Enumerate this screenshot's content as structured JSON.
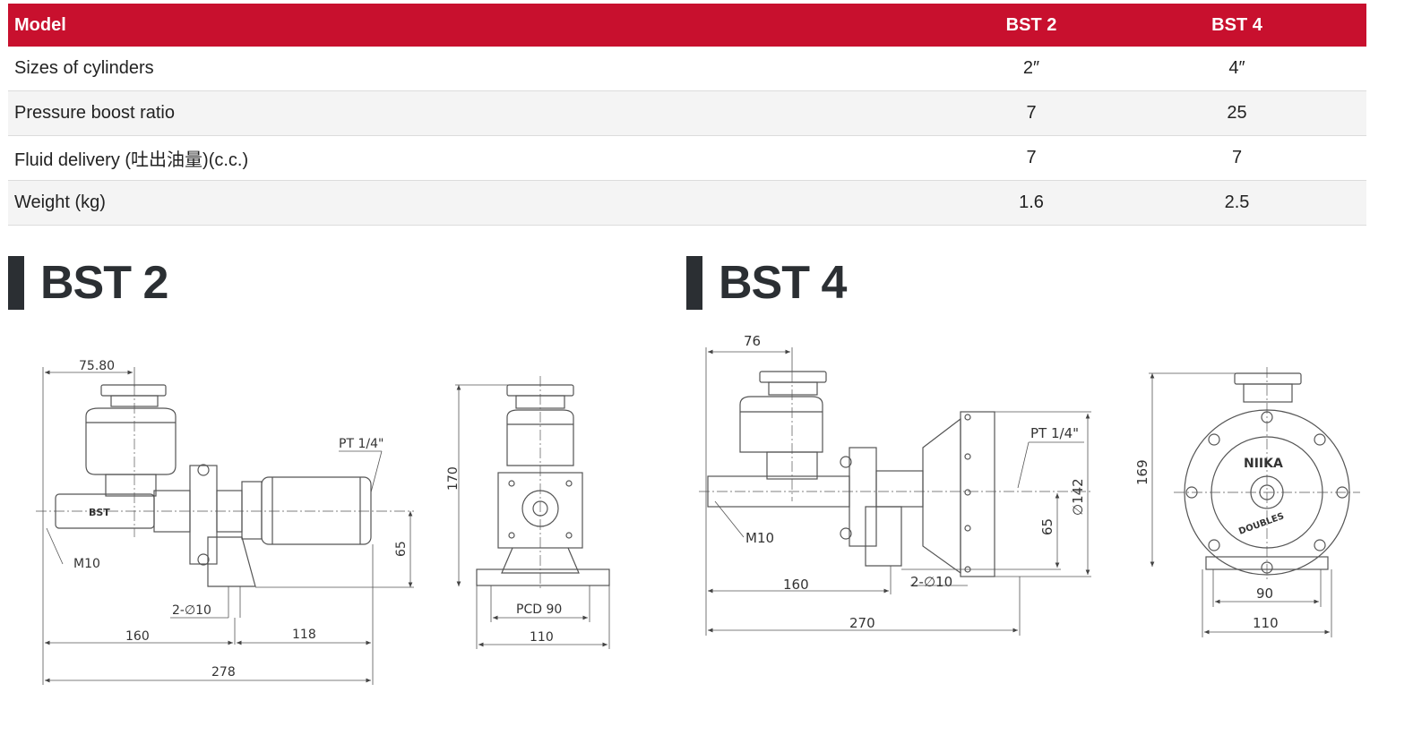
{
  "table": {
    "header": {
      "model": "Model",
      "col1": "BST 2",
      "col2": "BST 4"
    },
    "rows": [
      {
        "label": "Sizes of cylinders",
        "v1": "2″",
        "v2": "4″"
      },
      {
        "label": "Pressure boost ratio",
        "v1": "7",
        "v2": "25"
      },
      {
        "label": "Fluid delivery (吐出油量)(c.c.)",
        "v1": "7",
        "v2": "7"
      },
      {
        "label": "Weight (kg)",
        "v1": "1.6",
        "v2": "2.5"
      }
    ]
  },
  "sections": {
    "bst2_title": "BST 2",
    "bst4_title": "BST 4"
  },
  "bst2_drawing": {
    "dim_top": "75.80",
    "port": "PT 1/4\"",
    "thread": "M10",
    "holes": "2-∅10",
    "dim_160": "160",
    "dim_118": "118",
    "dim_278": "278",
    "dim_65": "65",
    "dim_170": "170",
    "pcd": "PCD 90",
    "dim_110": "110",
    "body_mark": "BST"
  },
  "bst4_drawing": {
    "dim_top": "76",
    "port": "PT 1/4\"",
    "thread": "M10",
    "holes": "2-∅10",
    "dim_160": "160",
    "dim_270": "270",
    "dim_65": "65",
    "dim_142": "∅142",
    "dim_169": "169",
    "dim_90": "90",
    "dim_110": "110",
    "brand": "NIIKA",
    "brand_sub": "DOUBLES"
  }
}
